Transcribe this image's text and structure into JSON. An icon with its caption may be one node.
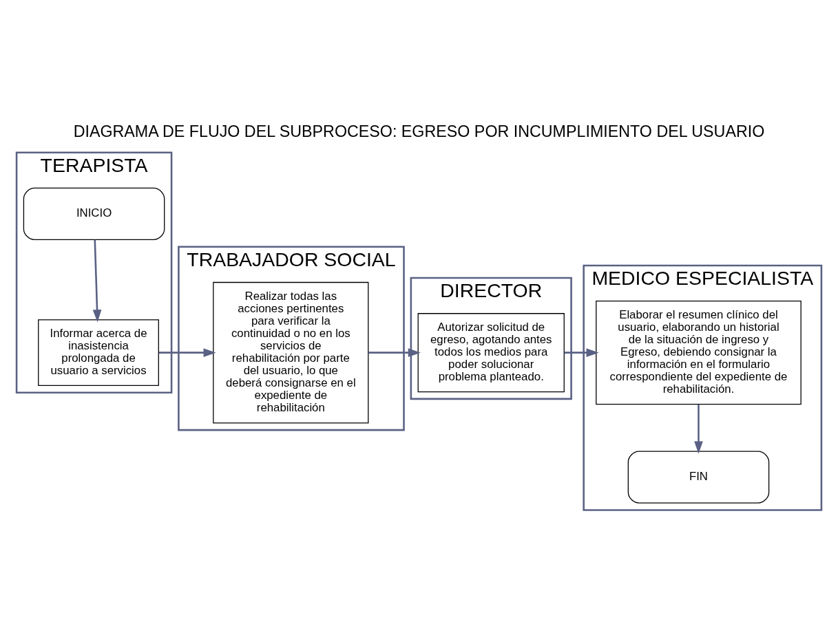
{
  "diagram": {
    "title": "DIAGRAMA DE FLUJO DEL SUBPROCESO: EGRESO POR INCUMPLIMIENTO DEL USUARIO",
    "nodes": [
      {
        "text": [
          "TERAPISTA"
        ]
      },
      {
        "text": [
          "INICIO"
        ],
        "in": 0
      },
      {
        "text": [
          "Informar acerca de inasistencia prolongada de usuario a servicios"
        ],
        "in": 0
      },
      {
        "text": [
          "TRABAJADOR SOCIAL"
        ]
      },
      {
        "text": [
          "Realizar todas las acciones pertinentes para verificar la continuidad o no en los servicios de rehabilitación por parte del usuario, lo que deberá consignarse en el expediente de rehabilitación"
        ],
        "in": 3
      },
      {
        "text": [
          "DIRECTOR"
        ]
      },
      {
        "text": [
          "Autorizar solicitud de egreso, agotando antes todos los medios para poder solucionar problema planteado."
        ],
        "in": 5
      },
      {
        "text": [
          "MEDICO ESPECIALISTA"
        ]
      },
      {
        "text": [
          "Elaborar el resumen clínico del usuario, elaborando un historial de la situación de ingreso y Egreso, debiendo consignar la información en el formulario correspondiente del expediente de rehabilitación."
        ],
        "in": 7
      },
      {
        "text": [
          "FIN"
        ],
        "in": 7
      }
    ],
    "edges": [
      {
        "from": 1,
        "to": 2,
        "arrow": "to"
      },
      {
        "from": 2,
        "to": 4,
        "arrow": "to"
      },
      {
        "from": 4,
        "to": 6,
        "arrow": "to"
      },
      {
        "from": 6,
        "to": 8,
        "arrow": "to"
      },
      {
        "from": 8,
        "to": 9,
        "arrow": "to"
      }
    ]
  }
}
